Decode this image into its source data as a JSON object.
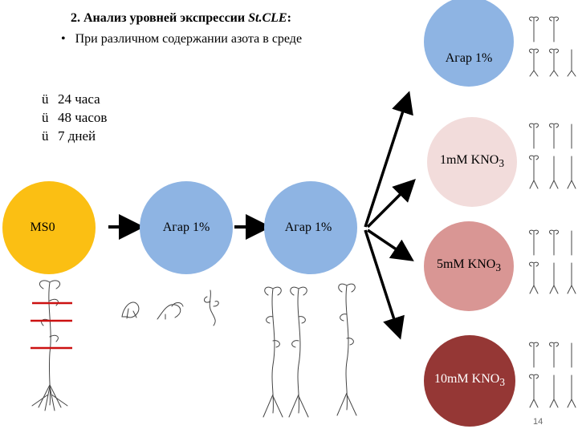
{
  "header": {
    "title_prefix": "2.  Анализ уровней  экспрессии ",
    "title_gene": "St.CLE",
    "title_suffix": ":",
    "bullet_symbol": "•",
    "bullet_text": "При различном содержании азота в среде"
  },
  "timepoints": {
    "check_symbol": "ü",
    "items": [
      "24 часа",
      "48 часов",
      "7 дней"
    ]
  },
  "stages": [
    {
      "label": "MS0",
      "color": "#fbbf13"
    },
    {
      "label": "Агар 1%",
      "color": "#8eb4e3"
    },
    {
      "label": "Агар 1%",
      "color": "#8eb4e3"
    }
  ],
  "targets": [
    {
      "label": "Агар 1%",
      "color": "#8eb4e3",
      "text_color": "#000000"
    },
    {
      "label": "1mM KNO",
      "sub": "3",
      "color": "#f2dcdb",
      "text_color": "#000000"
    },
    {
      "label": "5mM KNO",
      "sub": "3",
      "color": "#d99694",
      "text_color": "#000000"
    },
    {
      "label": "10mM KNO",
      "sub": "3",
      "color": "#953735",
      "text_color": "#ffffff"
    }
  ],
  "colors": {
    "cut_marks": "#cc1111",
    "arrows": "#000000"
  },
  "slide_number": "14"
}
